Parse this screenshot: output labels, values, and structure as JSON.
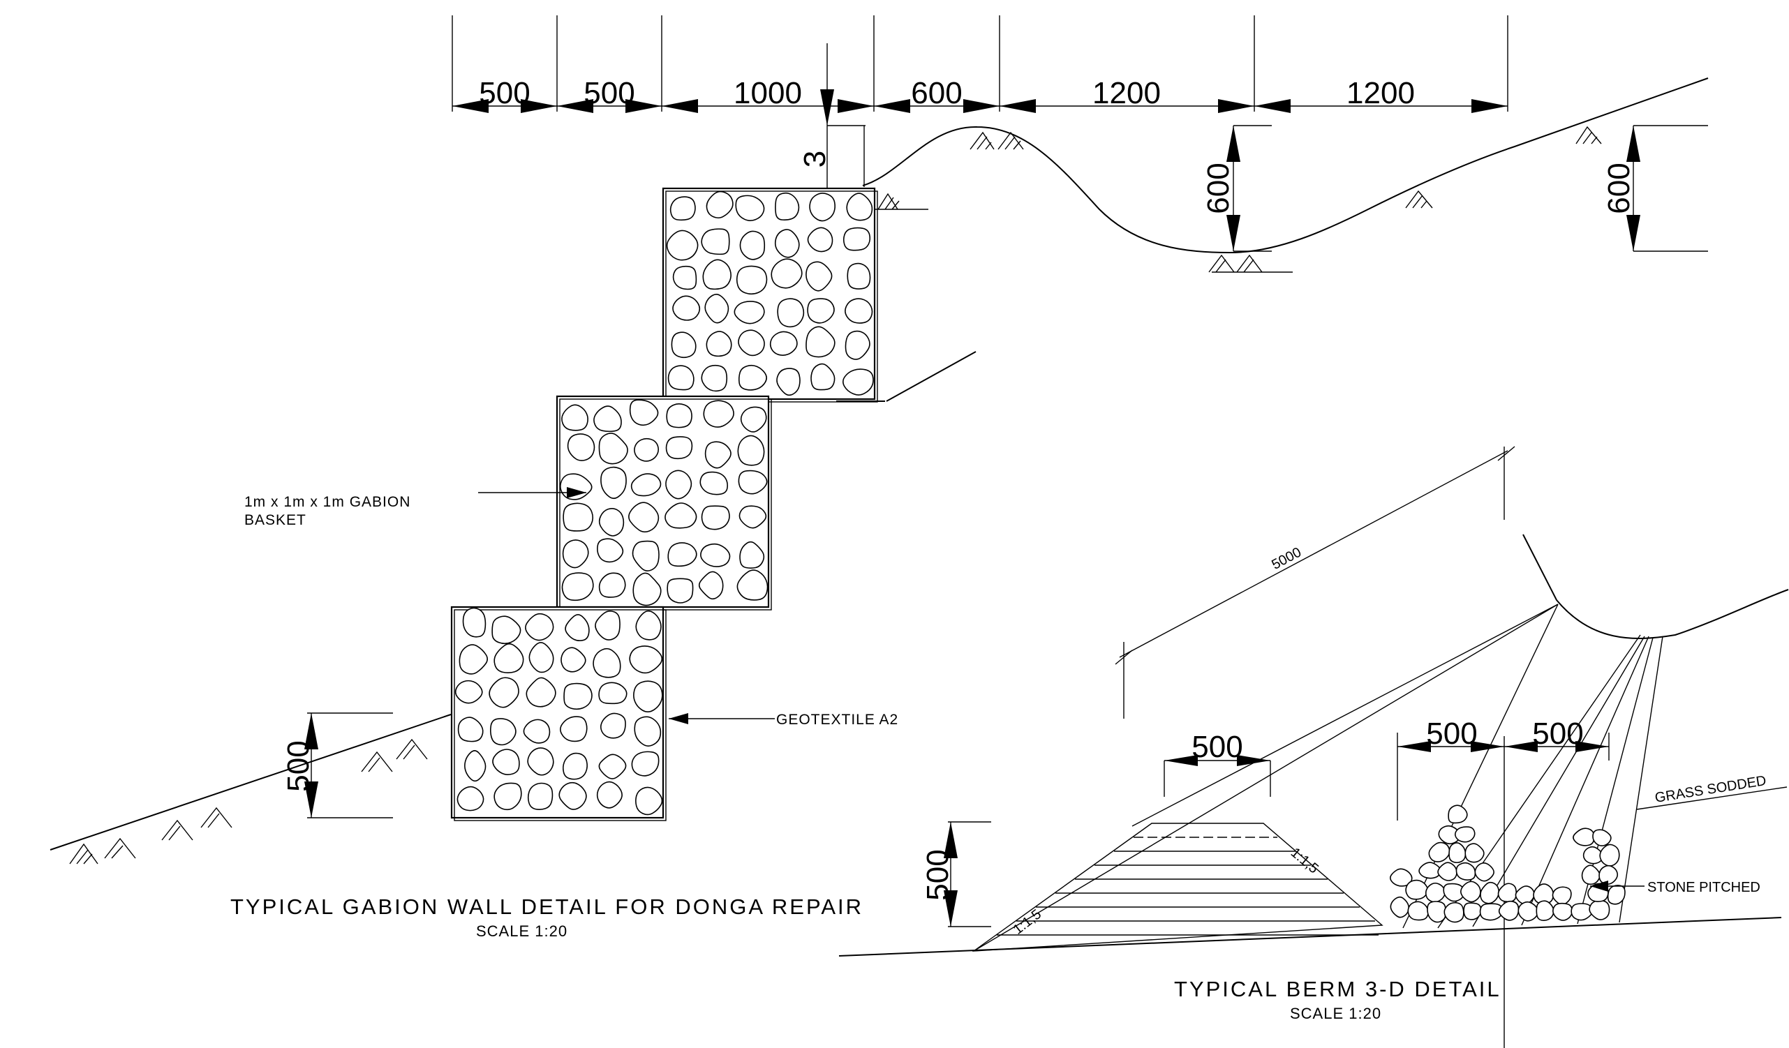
{
  "gabion_detail": {
    "dimensions_top": [
      "500",
      "500",
      "1000",
      "600",
      "1200",
      "1200"
    ],
    "dim_small": "3",
    "dim_ditch_depth": "600",
    "dim_right_depth": "600",
    "dim_base": "500",
    "label_basket_line1": "1m x 1m x 1m GABION",
    "label_basket_line2": "BASKET",
    "label_geotextile": "GEOTEXTILE A2",
    "title": "TYPICAL GABION WALL DETAIL FOR DONGA REPAIR",
    "scale": "SCALE 1:20"
  },
  "berm_detail": {
    "dim_length": "5000",
    "dim_top_width": "500",
    "dim_a": "500",
    "dim_b": "500",
    "dim_height": "500",
    "slope_right": "1:1,5",
    "slope_left": "1:1,5",
    "label_grass": "GRASS SODDED",
    "label_stone": "STONE PITCHED",
    "title": "TYPICAL BERM  3-D DETAIL",
    "scale": "SCALE 1:20"
  }
}
